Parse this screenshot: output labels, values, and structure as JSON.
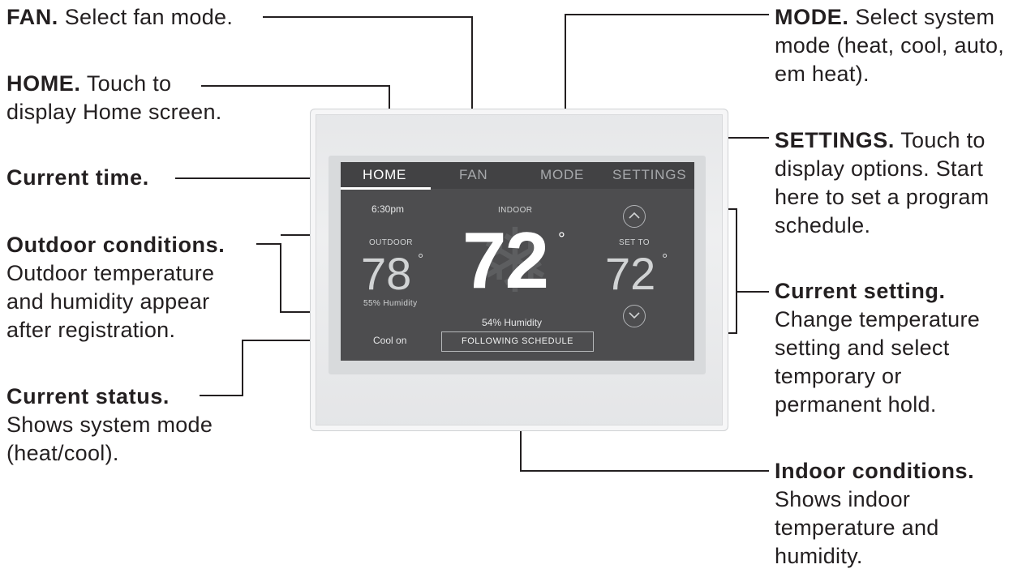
{
  "callouts": {
    "fan": {
      "title": "FAN.",
      "desc": "Select fan mode."
    },
    "home": {
      "title": "HOME.",
      "desc_line1": "Touch to",
      "desc_line2": "display Home screen."
    },
    "current_time": {
      "title": "Current time."
    },
    "outdoor": {
      "title": "Outdoor conditions.",
      "desc_line1": "Outdoor temperature",
      "desc_line2": "and humidity appear",
      "desc_line3": "after registration."
    },
    "current_status": {
      "title": "Current status.",
      "desc_line1": "Shows system mode",
      "desc_line2": "(heat/cool)."
    },
    "mode": {
      "title": "MODE.",
      "desc_line1": "Select system",
      "desc_line2": "mode (heat, cool, auto,",
      "desc_line3": "em heat)."
    },
    "settings": {
      "title": "SETTINGS.",
      "desc_line1": "Touch to",
      "desc_line2": "display options. Start",
      "desc_line3": "here to set a program",
      "desc_line4": "schedule."
    },
    "current_setting": {
      "title": "Current setting.",
      "desc_line1": "Change temperature",
      "desc_line2": "setting and select",
      "desc_line3": "temporary or",
      "desc_line4": "permanent hold."
    },
    "indoor": {
      "title": "Indoor conditions.",
      "desc_line1": "Shows indoor",
      "desc_line2": "temperature and",
      "desc_line3": "humidity."
    }
  },
  "screen": {
    "tabs": [
      "HOME",
      "FAN",
      "MODE",
      "SETTINGS"
    ],
    "active_tab": "HOME",
    "time": "6:30pm",
    "indoor_label": "INDOOR",
    "indoor_temp": "72",
    "indoor_humidity": "54% Humidity",
    "outdoor_label": "OUTDOOR",
    "outdoor_temp": "78",
    "outdoor_humidity": "55% Humidity",
    "set_to_label": "SET TO",
    "set_temp": "72",
    "degree": "°",
    "status": "Cool on",
    "schedule_button": "FOLLOWING SCHEDULE",
    "mode_icon": "snowflake-icon"
  },
  "colors": {
    "screen_bg": "#4d4d4f",
    "tabbar_bg": "#424244",
    "leader_line": "#231f20",
    "device_body": "#e6e7e9"
  }
}
